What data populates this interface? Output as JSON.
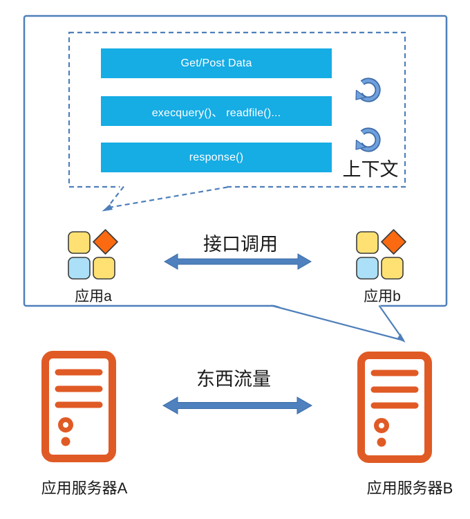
{
  "colors": {
    "line-blue": "#4E7FBA",
    "arrow-blue": "#4E81BD",
    "bar-blue": "#16ACE4",
    "server-orange": "#E05A25",
    "tile-yellow": "#FFE173",
    "tile-blue": "#ABE0F8",
    "tile-orange": "#FB6A10",
    "text-black": "#1A1A1A"
  },
  "callout_bubble": {
    "steps": [
      {
        "label": "Get/Post Data"
      },
      {
        "label": "execquery()、 readfile()..."
      },
      {
        "label": "response()"
      }
    ],
    "context_label": "上下文"
  },
  "app_layer": {
    "link_label": "接口调用",
    "app_a_label": "应用a",
    "app_b_label": "应用b"
  },
  "server_layer": {
    "link_label": "东西流量",
    "server_a_label": "应用服务器A",
    "server_b_label": "应用服务器B"
  },
  "icons": {
    "loop_arrow": "circular-arrow",
    "app_tiles": "four-tile-app",
    "server": "tower-server",
    "link": "bidirectional-arrow"
  }
}
